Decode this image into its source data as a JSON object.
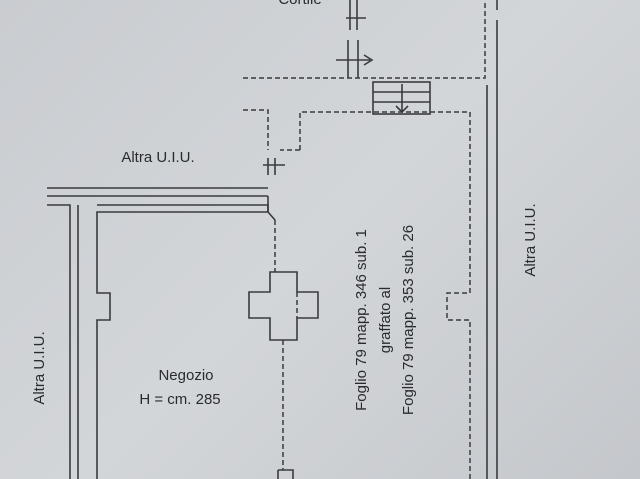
{
  "labels": {
    "courtyard": "Cortile",
    "other_unit_top": "Altra U.I.U.",
    "other_unit_right": "Altra U.I.U.",
    "other_unit_left": "Altra U.I.U.",
    "room_name": "Negozio",
    "room_height": "H = cm. 285",
    "cadastral_line1": "Foglio 79 mapp. 346 sub. 1",
    "cadastral_line2": "graffato al",
    "cadastral_line3": "Foglio 79 mapp. 353 sub. 26"
  }
}
